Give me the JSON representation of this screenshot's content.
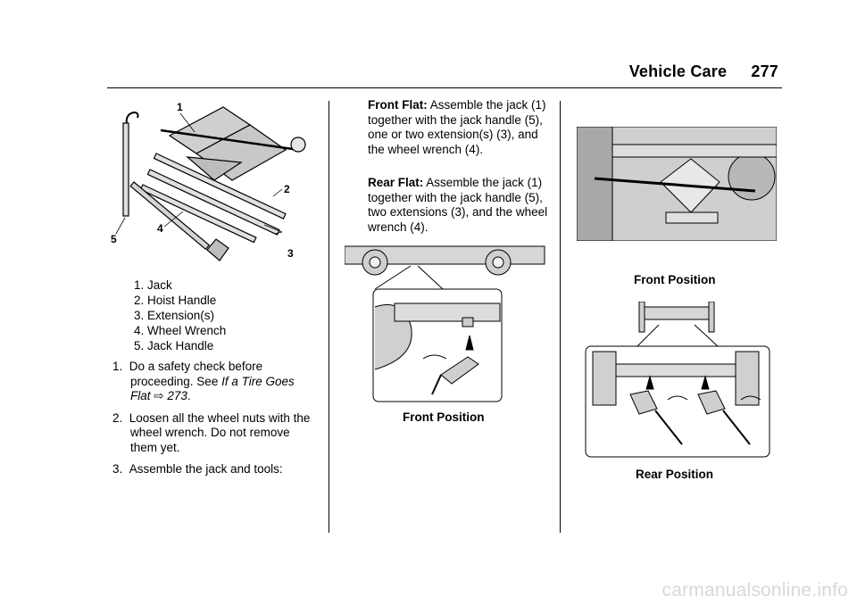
{
  "header": {
    "section": "Vehicle Care",
    "page": "277"
  },
  "figure_tools": {
    "callouts": [
      "1",
      "2",
      "3",
      "4",
      "5"
    ],
    "legend": [
      "1.  Jack",
      "2.  Hoist Handle",
      "3.  Extension(s)",
      "4.  Wheel Wrench",
      "5.  Jack Handle"
    ]
  },
  "steps": [
    {
      "num": "1.",
      "text": "Do a safety check before proceeding. See ",
      "link": "If a Tire Goes Flat",
      "arrow": "⇨",
      "page": "273",
      "end": "."
    },
    {
      "num": "2.",
      "text": "Loosen all the wheel nuts with the wheel wrench. Do not remove them yet."
    },
    {
      "num": "3.",
      "text": "Assemble the jack and tools:"
    }
  ],
  "front_flat": {
    "label": "Front Flat:",
    "text": " Assemble the jack (1) together with the jack handle (5), one or two extension(s) (3), and the wheel wrench (4)."
  },
  "rear_flat": {
    "label": "Rear Flat:",
    "text": " Assemble the jack (1) together with the jack handle (5), two extensions (3), and the wheel wrench (4)."
  },
  "captions": {
    "front_position_a": "Front Position",
    "front_position_b": "Front Position",
    "rear_position": "Rear Position"
  },
  "watermark": "carmanualsonline.info"
}
